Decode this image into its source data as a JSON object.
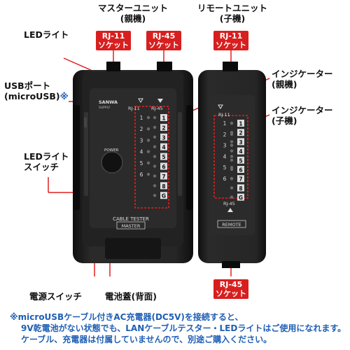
{
  "labels": {
    "master_unit_line1": "マスターユニット",
    "master_unit_line2": "(親機)",
    "remote_unit_line1": "リモートユニット",
    "remote_unit_line2": "(子機)",
    "led_light": "LEDライト",
    "usb_port_line1": "USBポート",
    "usb_port_line2": "(microUSB)",
    "usb_port_mark": "※",
    "led_switch_line1": "LEDライト",
    "led_switch_line2": "スイッチ",
    "indicator_master_line1": "インジケーター",
    "indicator_master_line2": "(親機)",
    "indicator_remote_line1": "インジケーター",
    "indicator_remote_line2": "(子機)",
    "power_switch": "電源スイッチ",
    "battery_cover": "電池蓋(背面)"
  },
  "badges": {
    "master_rj11": {
      "line1": "RJ-11",
      "line2": "ソケット"
    },
    "master_rj45": {
      "line1": "RJ-45",
      "line2": "ソケット"
    },
    "remote_rj11": {
      "line1": "RJ-11",
      "line2": "ソケット"
    },
    "remote_rj45": {
      "line1": "RJ-45",
      "line2": "ソケット"
    }
  },
  "device": {
    "brand_line1": "SANWA",
    "brand_line2": "SUPPLY",
    "power_label": "POWER",
    "master_rj11_col": "RJ-11",
    "master_rj45_col": "RJ-45",
    "remote_rj11_col": "RJ-11",
    "remote_rj45_col": "RJ-45",
    "cable_tester": "CABLE TESTER",
    "master_label": "MASTER",
    "remote_label": "REMOTE",
    "rj11_numbers": [
      "1",
      "2",
      "3",
      "4",
      "5",
      "6"
    ],
    "rj45_numbers": [
      "1",
      "2",
      "3",
      "4",
      "5",
      "6",
      "7",
      "8",
      "G"
    ]
  },
  "notes": {
    "line1": "※microUSBケーブル付きAC充電器(DC5V)を接続すると、",
    "line2": "9V乾電池がない状態でも、LANケーブルテスター・LEDライトはご使用になれます。",
    "line3": "ケーブル、充電器は付属していませんので、別途ご購入ください。"
  },
  "colors": {
    "badge_red": "#d81f1f",
    "note_blue": "#1f5fb5",
    "device_body": "#1c1c1c",
    "dashed_red": "#e02020"
  }
}
